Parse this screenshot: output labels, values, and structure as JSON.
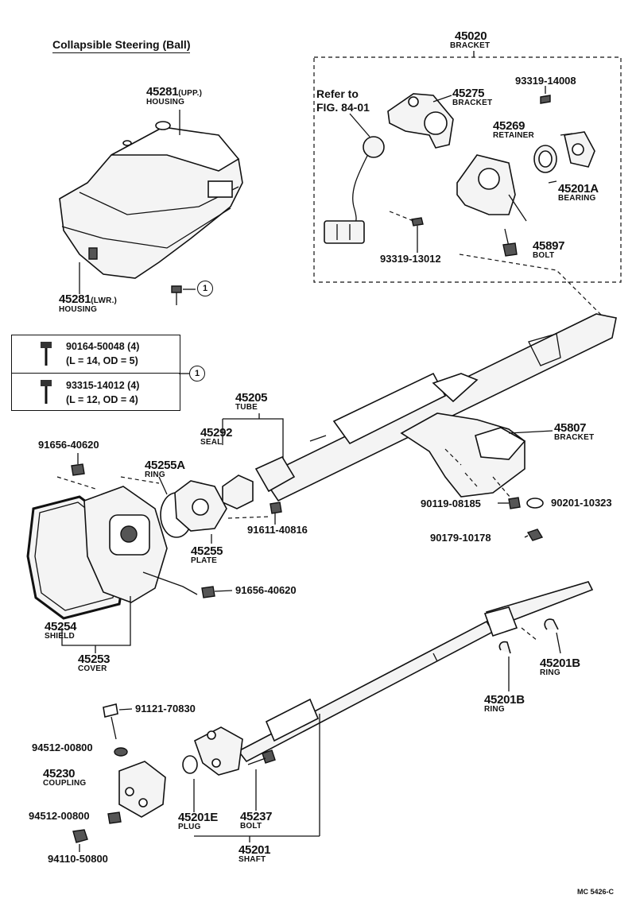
{
  "title": "Collapsible Steering (Ball)",
  "refer_note": {
    "line1": "Refer to",
    "line2": "FIG. 84-01"
  },
  "callout_marker": "1",
  "callout": [
    {
      "part": "90164-50048 (4)",
      "spec": "(L = 14, OD = 5)"
    },
    {
      "part": "93315-14012 (4)",
      "spec": "(L = 12, OD = 4)"
    }
  ],
  "parts": {
    "p45020": {
      "num": "45020",
      "name": "BRACKET"
    },
    "p45281u": {
      "num": "45281",
      "qual": "(UPP.)",
      "name": "HOUSING"
    },
    "p45281l": {
      "num": "45281",
      "qual": "(LWR.)",
      "name": "HOUSING"
    },
    "p45275": {
      "num": "45275",
      "name": "BRACKET"
    },
    "p93319a": {
      "num": "93319-14008"
    },
    "p45269": {
      "num": "45269",
      "name": "RETAINER"
    },
    "p45201a": {
      "num": "45201A",
      "name": "BEARING"
    },
    "p45897": {
      "num": "45897",
      "name": "BOLT"
    },
    "p93319b": {
      "num": "93319-13012"
    },
    "p45205": {
      "num": "45205",
      "name": "TUBE"
    },
    "p45292": {
      "num": "45292",
      "name": "SEAL"
    },
    "p91656a": {
      "num": "91656-40620"
    },
    "p45255a": {
      "num": "45255A",
      "name": "RING"
    },
    "p45807": {
      "num": "45807",
      "name": "BRACKET"
    },
    "p90119": {
      "num": "90119-08185"
    },
    "p90201": {
      "num": "90201-10323"
    },
    "p91611": {
      "num": "91611-40816"
    },
    "p90179": {
      "num": "90179-10178"
    },
    "p45255": {
      "num": "45255",
      "name": "PLATE"
    },
    "p91656b": {
      "num": "91656-40620"
    },
    "p45254": {
      "num": "45254",
      "name": "SHIELD"
    },
    "p45253": {
      "num": "45253",
      "name": "COVER"
    },
    "p45201b1": {
      "num": "45201B",
      "name": "RING"
    },
    "p45201b2": {
      "num": "45201B",
      "name": "RING"
    },
    "p91121": {
      "num": "91121-70830"
    },
    "p94512a": {
      "num": "94512-00800"
    },
    "p45230": {
      "num": "45230",
      "name": "COUPLING"
    },
    "p94512b": {
      "num": "94512-00800"
    },
    "p94110": {
      "num": "94110-50800"
    },
    "p45201e": {
      "num": "45201E",
      "name": "PLUG"
    },
    "p45237": {
      "num": "45237",
      "name": "BOLT"
    },
    "p45201": {
      "num": "45201",
      "name": "SHAFT"
    }
  },
  "figure_code": "MC 5426-C"
}
